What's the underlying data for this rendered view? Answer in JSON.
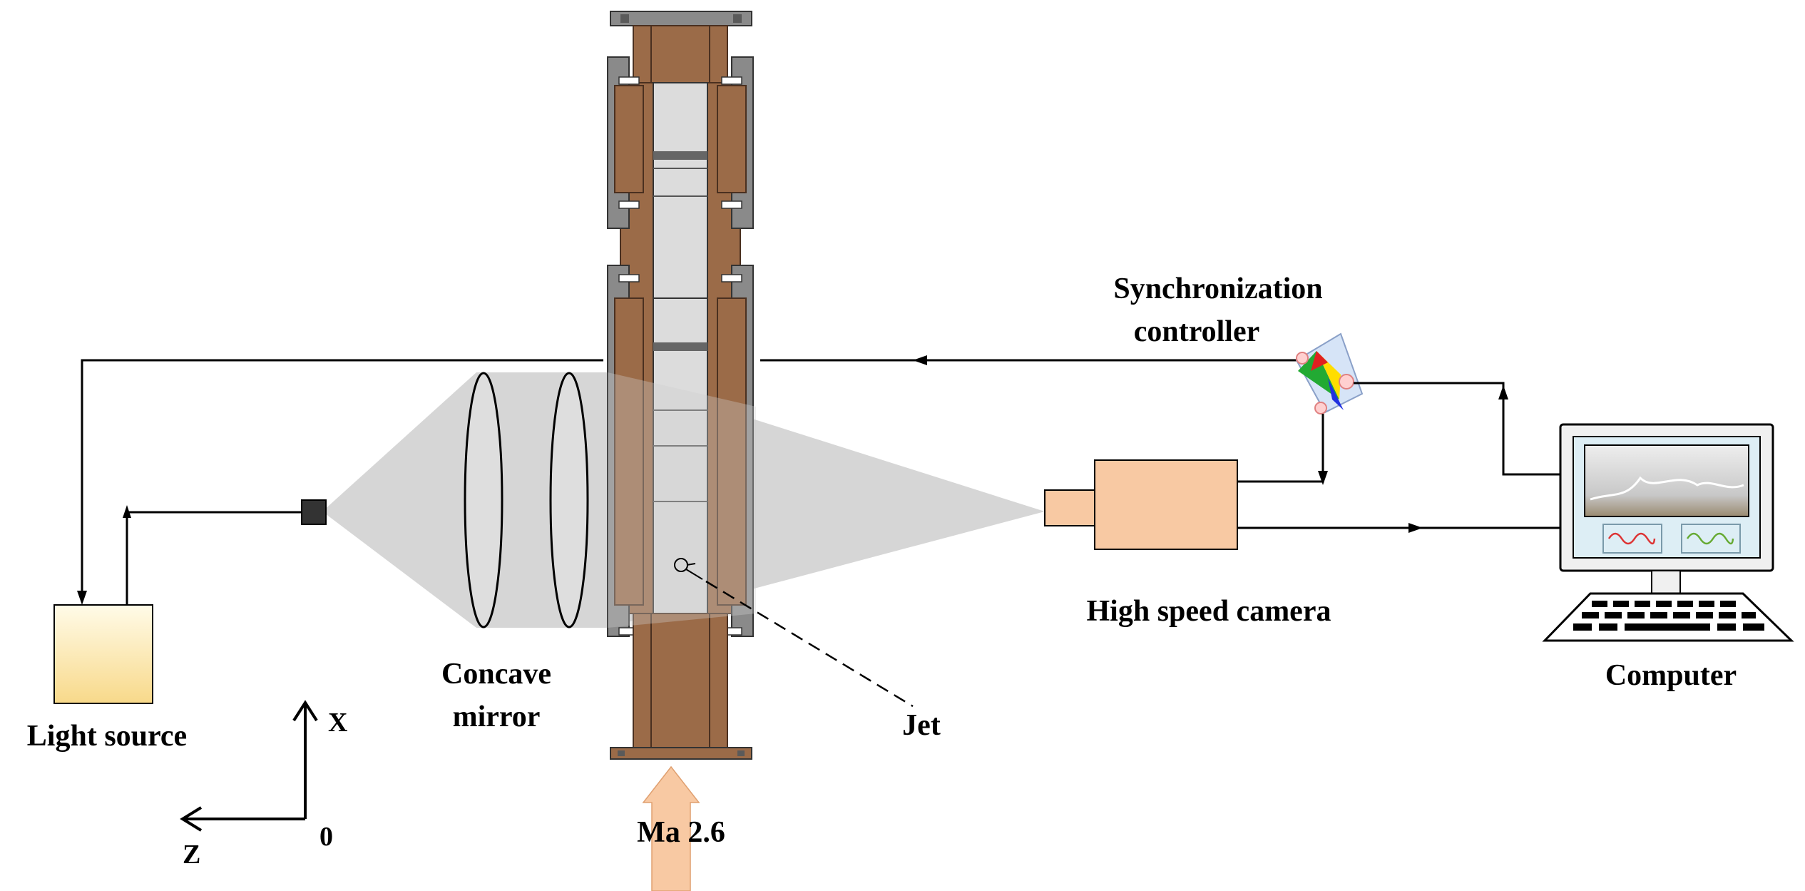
{
  "labels": {
    "sync_line1": "Synchronization",
    "sync_line2": "controller",
    "camera": "High speed camera",
    "computer": "Computer",
    "light_source": "Light source",
    "mirror_line1": "Concave",
    "mirror_line2": "mirror",
    "jet": "Jet",
    "mach": "Ma 2.6"
  },
  "axes": {
    "x": "X",
    "z": "Z",
    "origin": "0"
  },
  "colors": {
    "tunnel_body": "#9b6b48",
    "tunnel_edge": "#4a3020",
    "flange_gray": "#8a8a8a",
    "window_glass": "#dcdcdc",
    "light_beam": "#cfcfcf",
    "camera_body": "#f8c9a3",
    "light_source_top": "#fffbe8",
    "light_source_bottom": "#f8d98a",
    "inflow_arrow": "#f8c9a3",
    "screen_bg": "#ddeef5"
  },
  "icons": {
    "controller": "prism-controller-icon",
    "computer": "desktop-computer-icon",
    "pinhole": "pinhole-square-icon"
  }
}
